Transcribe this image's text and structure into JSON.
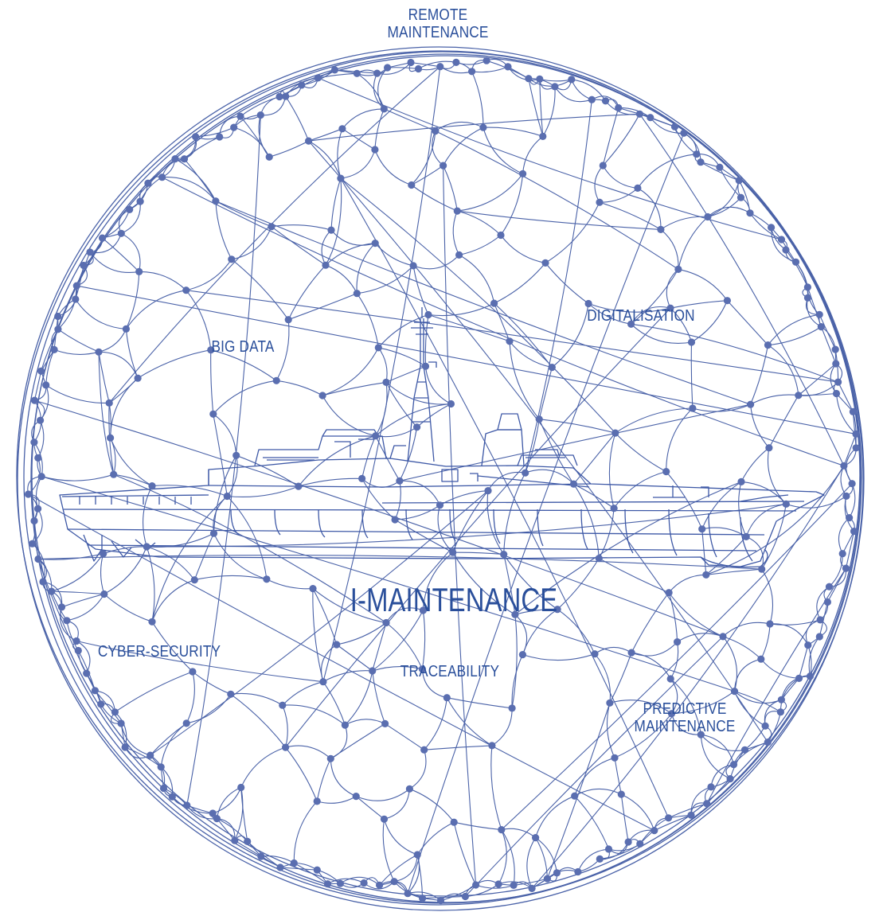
{
  "colors": {
    "line": "#4a62a8",
    "node": "#5a6eb0",
    "text": "#2a4f9b",
    "background": "#ffffff"
  },
  "icons": [
    "network-sphere",
    "warship-outline"
  ],
  "labels": {
    "remote_maintenance": [
      "REMOTE",
      "MAINTENANCE"
    ],
    "big_data": "BIG DATA",
    "digitalisation": "DIGITALISATION",
    "i_maintenance": "I-MAINTENANCE",
    "cyber_security": "CYBER-SECURITY",
    "traceability": "TRACEABILITY",
    "predictive_maintenance": [
      "PREDICTIVE",
      "MAINTENANCE"
    ]
  }
}
